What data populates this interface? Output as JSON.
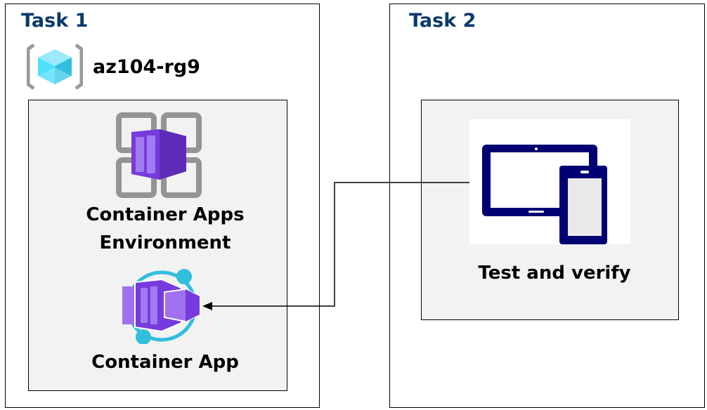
{
  "task1": {
    "title": "Task 1",
    "resource_group": "az104-rg9",
    "environment_label": [
      "Container Apps",
      "Environment"
    ],
    "app_label": "Container App"
  },
  "task2": {
    "title": "Task 2",
    "test_label": "Test and verify"
  },
  "colors": {
    "title": "#0b3a6a",
    "purple": "#773adc",
    "cyan": "#32bedd",
    "navy": "#000072",
    "panel": "#f2f2f2"
  },
  "icons": [
    "resource-group-icon",
    "container-apps-environment-icon",
    "container-app-icon",
    "devices-icon"
  ]
}
